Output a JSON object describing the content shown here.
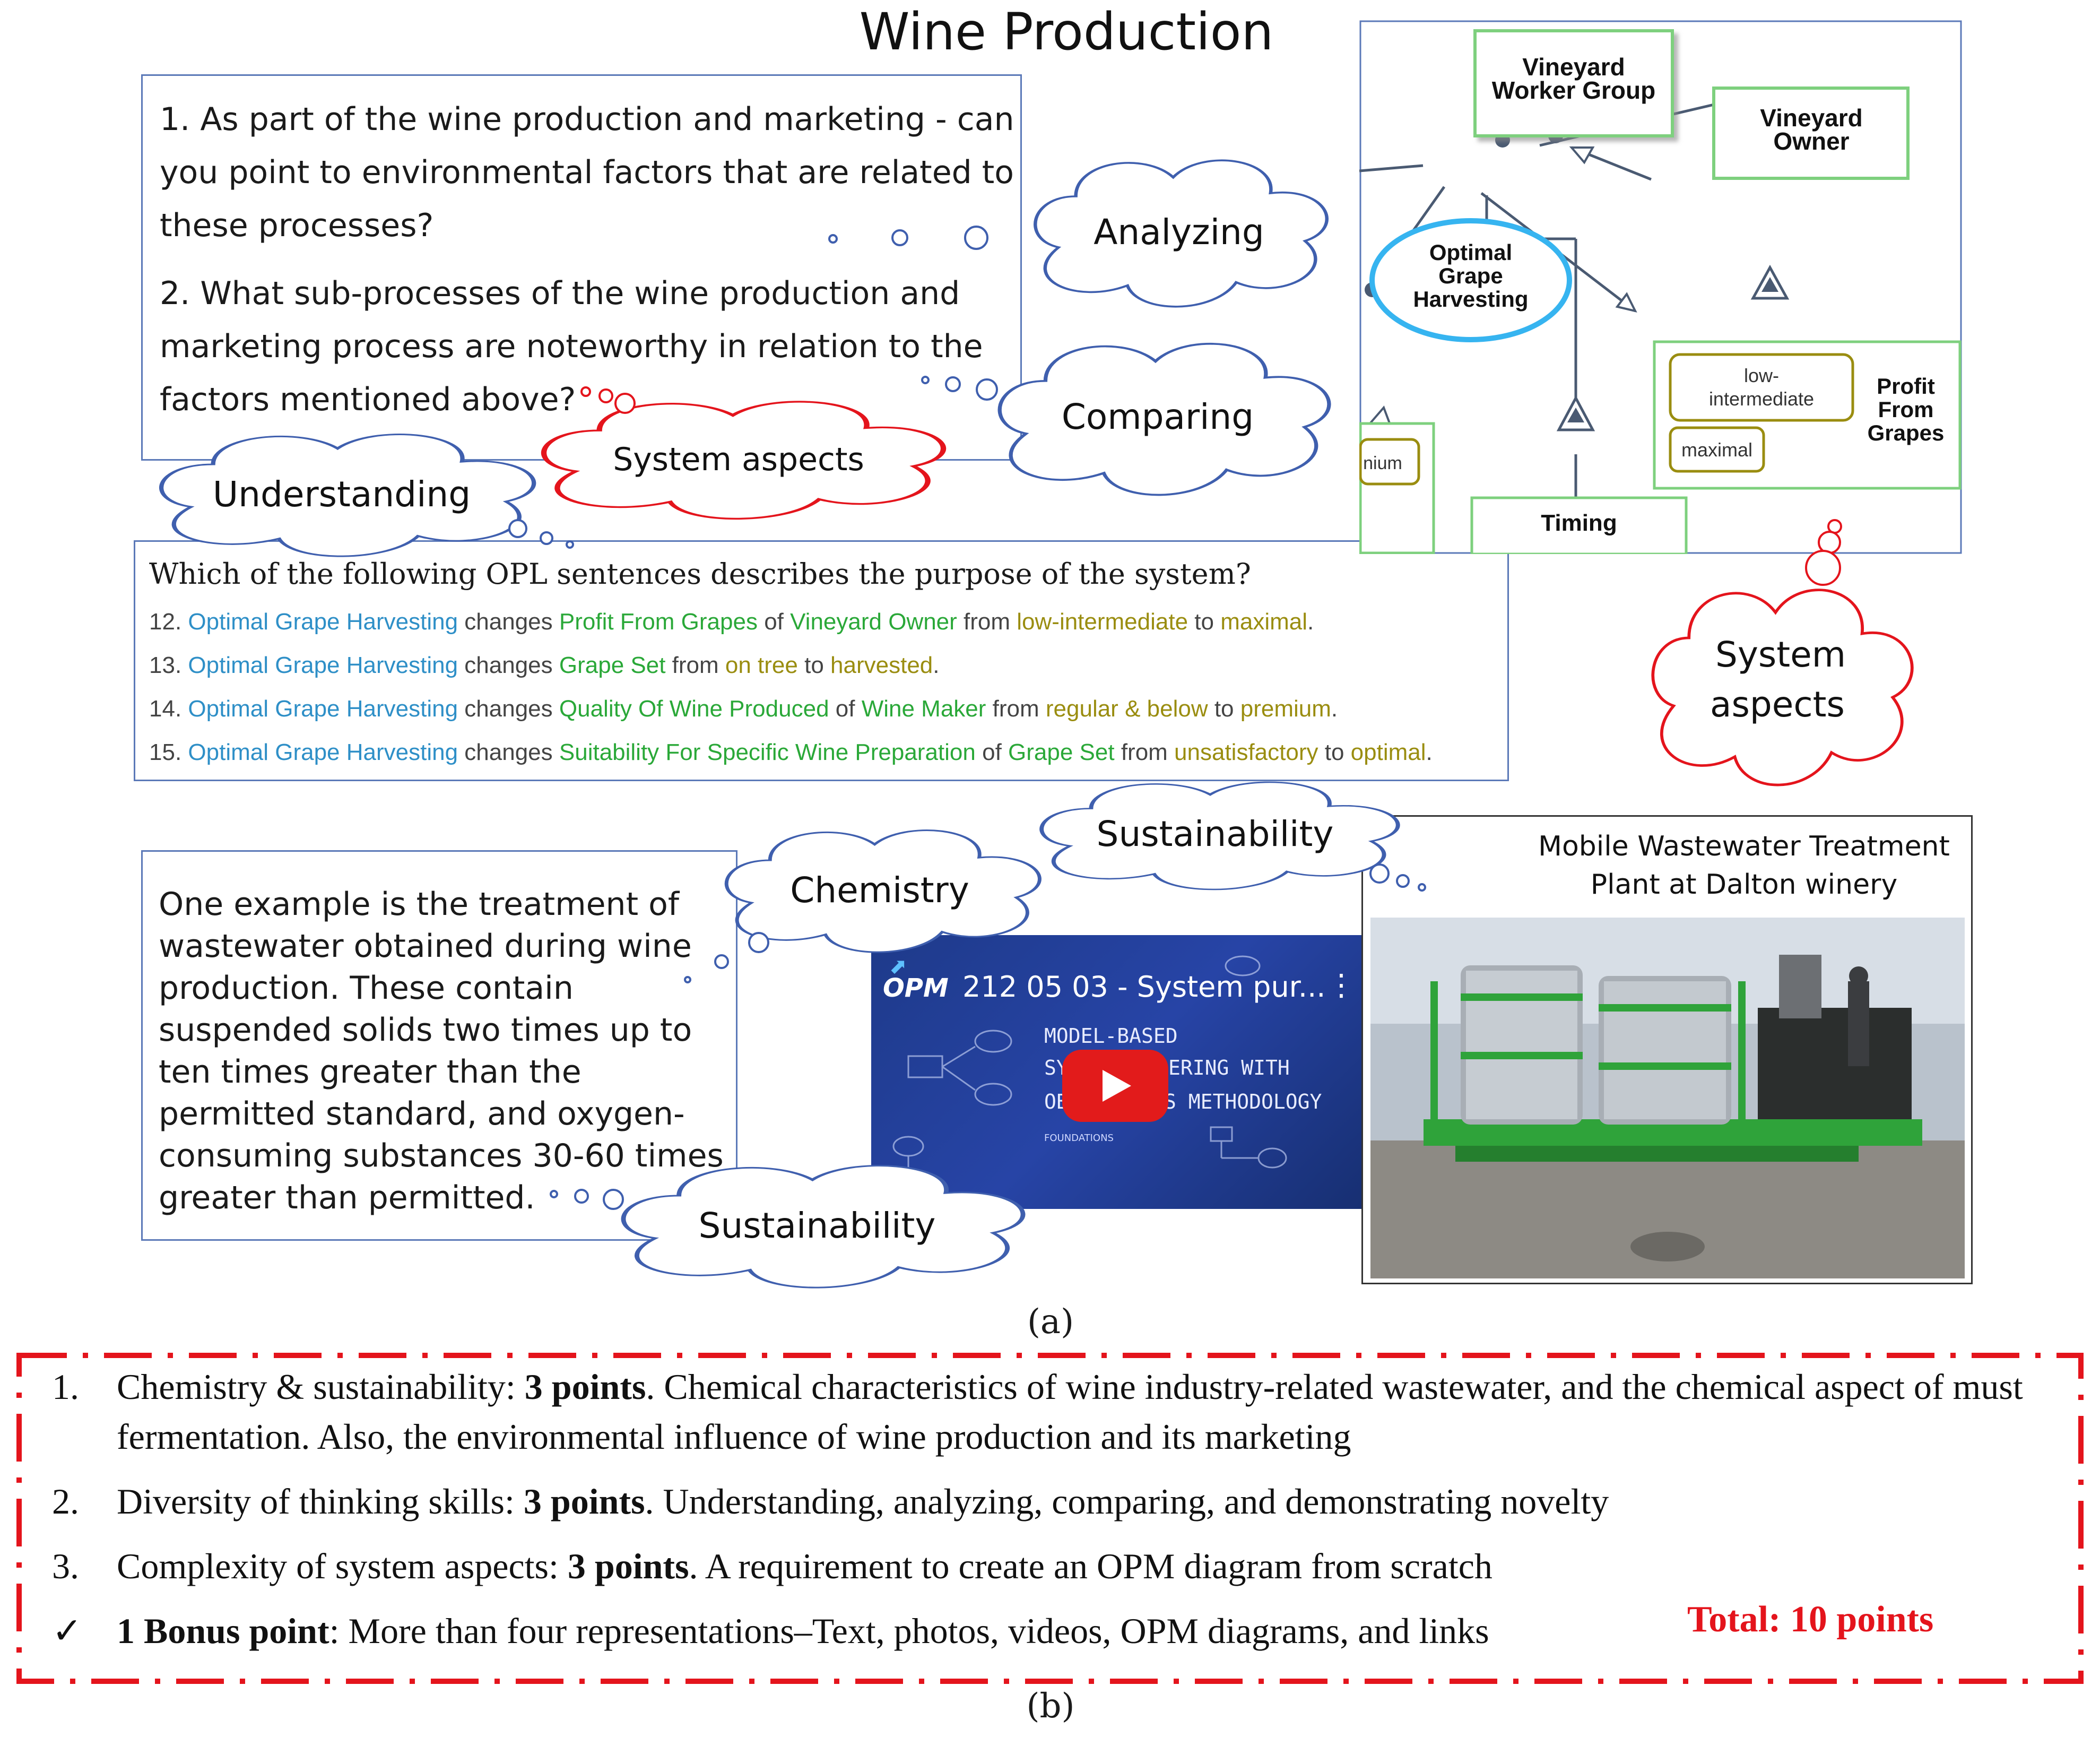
{
  "title": "Wine Production",
  "questions": {
    "q1": "1. As part of the wine production and marketing - can you point to environmental factors that are related to these processes?",
    "q2": "2.  What sub-processes of the wine production and marketing process are noteworthy in relation to the factors mentioned above?"
  },
  "clouds": {
    "analyzing": "Analyzing",
    "comparing": "Comparing",
    "system_aspects_1": "System aspects",
    "understanding": "Understanding",
    "system_aspects_2_line1": "System",
    "system_aspects_2_line2": "aspects",
    "sustainability_1": "Sustainability",
    "chemistry": "Chemistry",
    "sustainability_2": "Sustainability"
  },
  "opm": {
    "worker_group_l1": "Vineyard",
    "worker_group_l2": "Worker Group",
    "owner_l1": "Vineyard",
    "owner_l2": "Owner",
    "process_l1": "Optimal",
    "process_l2": "Grape",
    "process_l3": "Harvesting",
    "state_low_l1": "low-",
    "state_low_l2": "intermediate",
    "state_max": "maximal",
    "profit_l1": "Profit",
    "profit_l2": "From",
    "profit_l3": "Grapes",
    "premium_partial": "nium",
    "timing": "Timing"
  },
  "opl": {
    "question": "Which of the following OPL sentences describes the purpose of the system?",
    "s12": {
      "num": "12.",
      "proc": "Optimal Grape Harvesting",
      "v1": " changes ",
      "obj": "Profit From Grapes",
      "v2": " of ",
      "owner": "Vineyard Owner",
      "v3": " from ",
      "from": "low-intermediate",
      "v4": " to ",
      "to": "maximal",
      "end": "."
    },
    "s13": {
      "num": "13.",
      "proc": "Optimal Grape Harvesting",
      "v1": " changes ",
      "obj": "Grape Set",
      "v3": " from ",
      "from": "on tree",
      "v4": " to ",
      "to": "harvested",
      "end": "."
    },
    "s14": {
      "num": "14.",
      "proc": "Optimal Grape Harvesting",
      "v1": " changes ",
      "obj": "Quality Of Wine Produced",
      "v2": " of ",
      "owner": "Wine Maker",
      "v3": " from ",
      "from": "regular & below",
      "v4": " to ",
      "to": "premium",
      "end": "."
    },
    "s15": {
      "num": "15.",
      "proc": "Optimal Grape Harvesting",
      "v1": " changes ",
      "obj": "Suitability For Specific Wine Preparation",
      "v2": " of ",
      "owner": "Grape Set",
      "v3": " from ",
      "from": "unsatisfactory",
      "v4": " to ",
      "to": "optimal",
      "end": "."
    }
  },
  "wastewater_text": "One example is the treatment of wastewater obtained during wine production. These contain suspended solids two times up to ten times greater than the permitted standard, and oxygen-consuming substances 30-60 times greater than permitted.",
  "video": {
    "logo": "OPM",
    "title": "212 05 03 - System pur...",
    "menu": "⋮",
    "bg_l1": "MODEL-BASED",
    "bg_l2a": "SY",
    "bg_l2b": "ERING WITH",
    "bg_l3a": "OB",
    "bg_l3b": "S METHODOLOGY",
    "bg_l4": "FOUNDATIONS"
  },
  "photo": {
    "caption_l1": "Mobile Wastewater Treatment",
    "caption_l2": "Plant at Dalton winery"
  },
  "caption_a": "(a)",
  "caption_b": "(b)",
  "rubric": {
    "i1_num": "1.",
    "i1_a": "Chemistry & sustainability: ",
    "i1_b": "3 points",
    "i1_c": ". Chemical characteristics of wine industry-related wastewater, and the chemical aspect of must fermentation. Also, the environmental influence of wine production and its marketing",
    "i2_num": "2.",
    "i2_a": "Diversity of thinking skills: ",
    "i2_b": "3 points",
    "i2_c": ". Understanding, analyzing, comparing, and demonstrating novelty",
    "i3_num": "3.",
    "i3_a": "Complexity of system aspects: ",
    "i3_b": "3 points",
    "i3_c": ". A requirement to create an OPM diagram from scratch",
    "i4_num": "✓",
    "i4_a": "1 Bonus point",
    "i4_c": ": More than four representations–Text, photos, videos, OPM diagrams, and links",
    "total": "Total: 10 points"
  },
  "colors": {
    "opl_blue": "#2e8fc7",
    "opl_green": "#2aa838",
    "opl_olive": "#9a8d10",
    "cloud_red": "#e4141c",
    "box_blue": "#5b79b8",
    "opm_green": "#7ed07e"
  }
}
